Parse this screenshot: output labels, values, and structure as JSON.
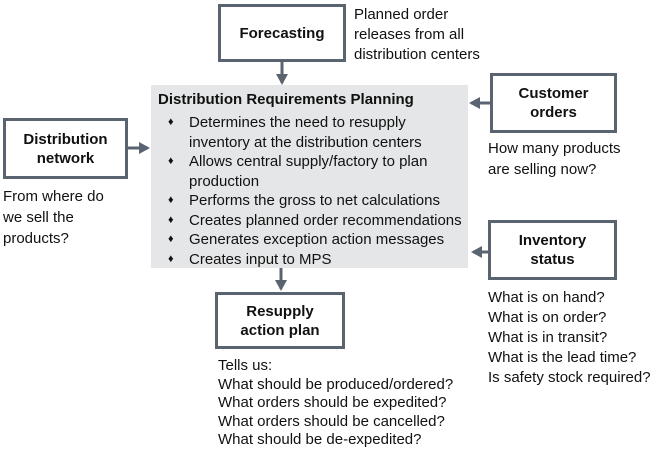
{
  "diagram": {
    "colors": {
      "box_border": "#5a6470",
      "arrow": "#5a6470",
      "drp_fill": "#e4e6e7",
      "text": "#111111"
    },
    "boxes": {
      "forecasting": {
        "label": "Forecasting",
        "label_lines": [
          "Forecasting"
        ]
      },
      "distribution_network": {
        "label": "Distribution network",
        "label_lines": [
          "Distribution",
          "network"
        ]
      },
      "customer_orders": {
        "label": "Customer orders",
        "label_lines": [
          "Customer",
          "orders"
        ]
      },
      "inventory_status": {
        "label": "Inventory status",
        "label_lines": [
          "Inventory",
          "status"
        ]
      },
      "resupply_action_plan": {
        "label": "Resupply action plan",
        "label_lines": [
          "Resupply",
          "action plan"
        ]
      }
    },
    "drp": {
      "title": "Distribution Requirements Planning",
      "bullet_glyph": "♦",
      "bullets": [
        {
          "lines": [
            "Determines the need to resupply",
            "inventory at the distribution centers"
          ]
        },
        {
          "lines": [
            "Allows central supply/factory to plan",
            "production"
          ]
        },
        {
          "lines": [
            "Performs the gross to net calculations"
          ]
        },
        {
          "lines": [
            "Creates planned order recommendations"
          ]
        },
        {
          "lines": [
            "Generates exception action messages"
          ]
        },
        {
          "lines": [
            "Creates input to MPS"
          ]
        }
      ]
    },
    "annotations": {
      "forecasting_note_lines": [
        "Planned order",
        "releases from all",
        "distribution centers"
      ],
      "distribution_note_lines": [
        "From where do",
        "we sell the",
        "products?"
      ],
      "customer_note_lines": [
        "How many products",
        "are selling now?"
      ],
      "inventory_note_lines": [
        "What is on hand?",
        "What is on order?",
        "What is in transit?",
        "What is the lead time?",
        "Is safety stock required?"
      ],
      "resupply_note_lines": [
        "Tells us:",
        "What should be produced/ordered?",
        "What orders should be expedited?",
        "What orders should be cancelled?",
        "What should be de-expedited?"
      ]
    }
  }
}
